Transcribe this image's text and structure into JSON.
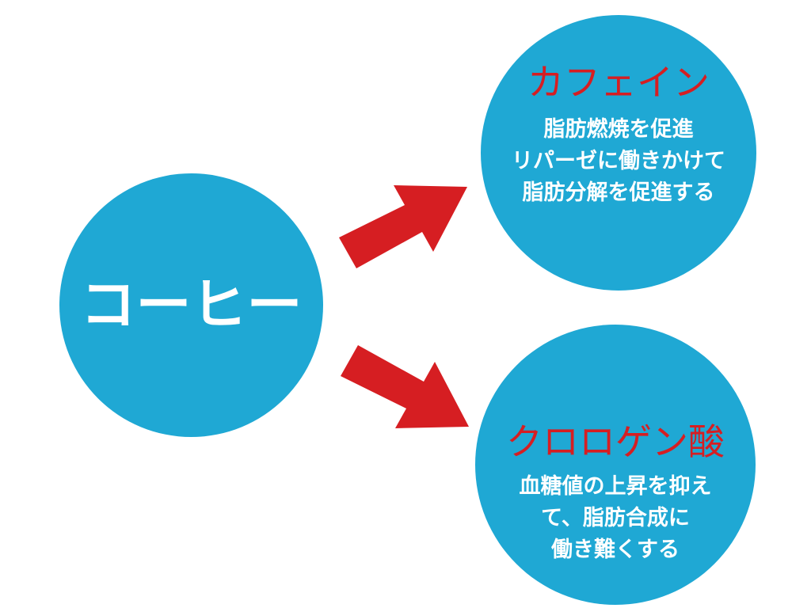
{
  "colors": {
    "circle": "#1fa8d4",
    "arrow": "#d61e22",
    "title": "#d61e22",
    "text": "#ffffff"
  },
  "source": {
    "label": "コーヒー"
  },
  "top_node": {
    "title": "カフェイン",
    "lines": [
      "脂肪燃焼を促進",
      "リパーゼに働きかけて",
      "脂肪分解を促進する"
    ]
  },
  "bottom_node": {
    "title": "クロロゲン酸",
    "lines": [
      "血糖値の上昇を抑え",
      "て、脂肪合成に",
      "働き難くする"
    ]
  }
}
